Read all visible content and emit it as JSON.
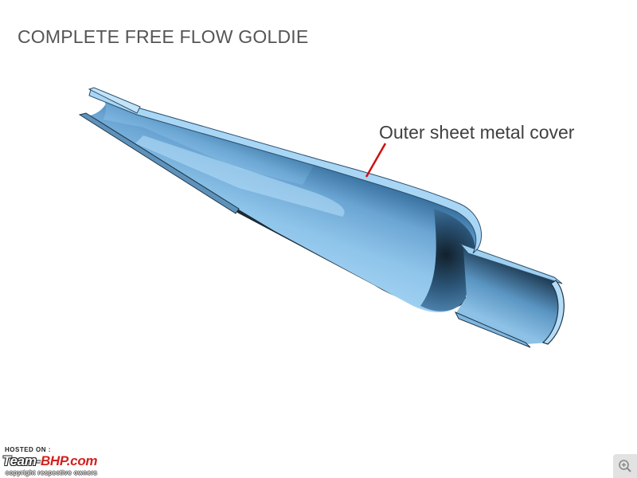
{
  "slide": {
    "title": "COMPLETE FREE FLOW GOLDIE"
  },
  "callout": {
    "label": "Outer sheet metal cover"
  },
  "watermark": {
    "hosted_on": "HOSTED ON :",
    "logo_part1": "Team-",
    "logo_part2": "BHP.com",
    "copyright": "copyright respective owners"
  },
  "colors": {
    "pipe_fill": "#8cc3e9",
    "pipe_shade": "#3f7aa8",
    "pipe_edge": "#1c3446",
    "callout_line": "#d01010"
  },
  "icons": {
    "zoom": "magnifier-plus-icon"
  }
}
